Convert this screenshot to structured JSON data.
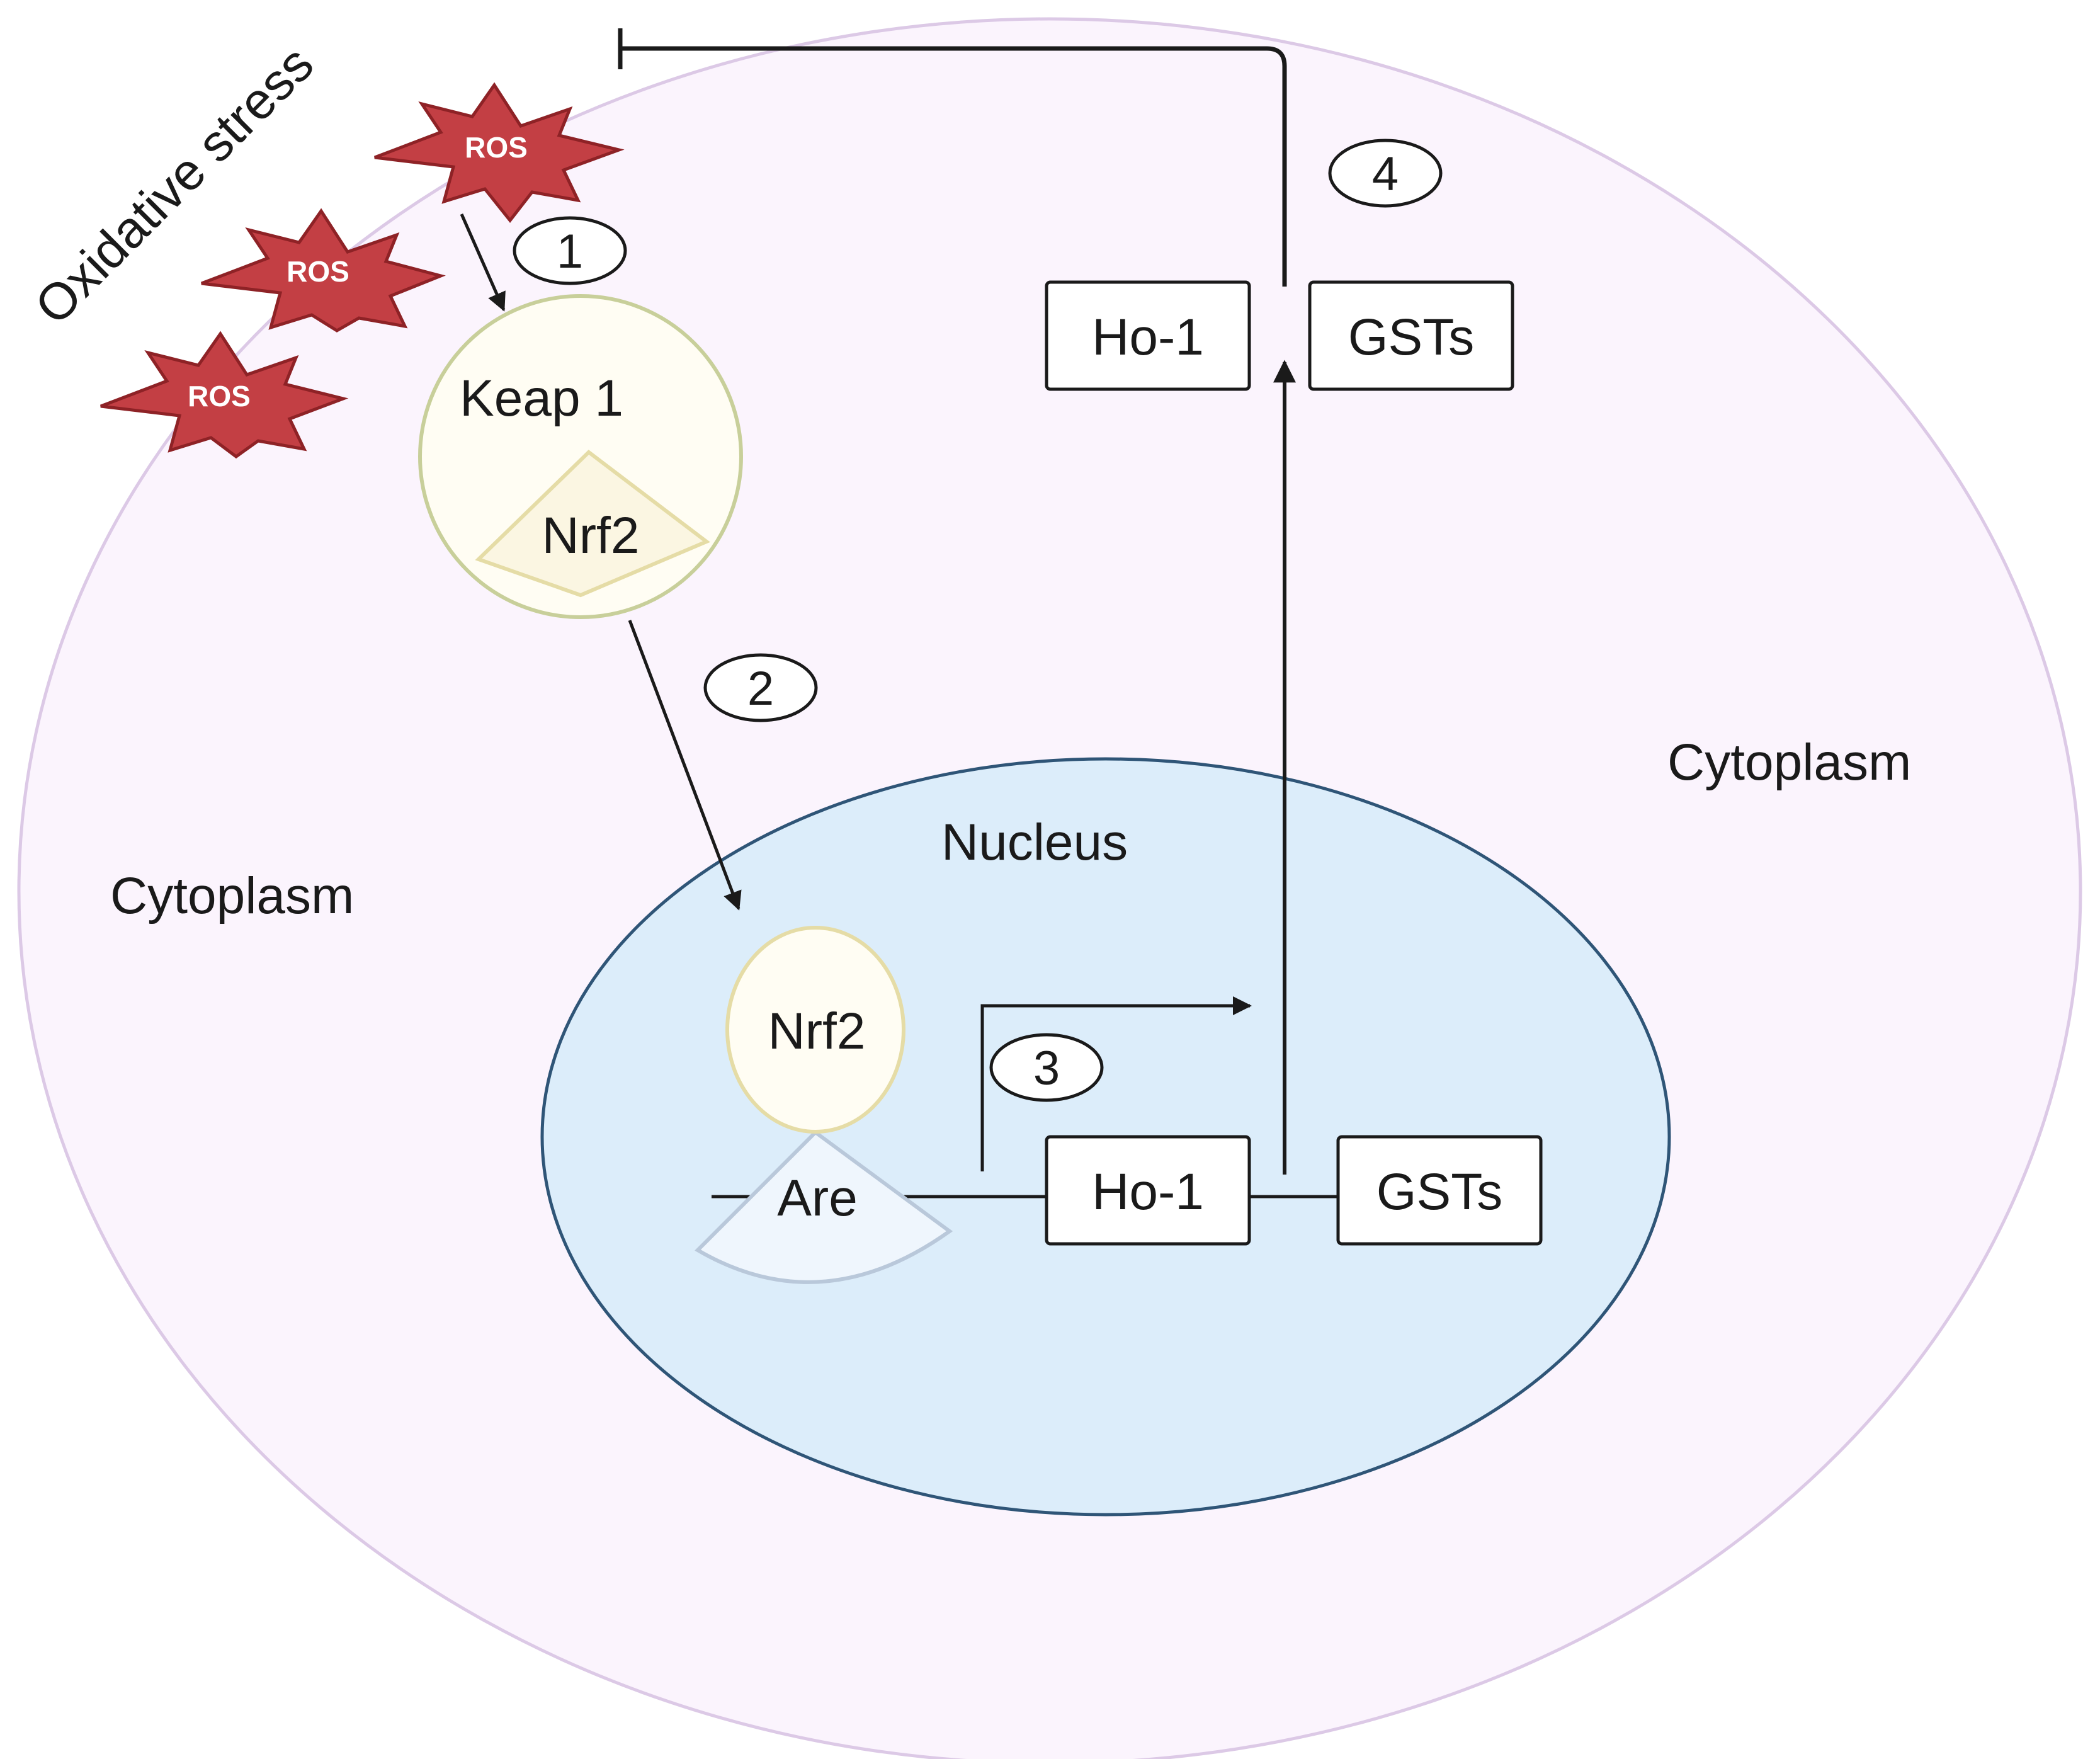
{
  "stress_label": "Oxidative stress",
  "ros_label": "ROS",
  "keap1": {
    "label": "Keap 1",
    "nrf2_label": "Nrf2"
  },
  "nucleus": {
    "label": "Nucleus",
    "nrf2_label": "Nrf2",
    "are_label": "Are",
    "genes": [
      "Ho-1",
      "GSTs"
    ]
  },
  "cytoplasm": {
    "left_label": "Cytoplasm",
    "right_label": "Cytoplasm"
  },
  "products": [
    "Ho-1",
    "GSTs"
  ],
  "steps": [
    "1",
    "2",
    "3",
    "4"
  ],
  "colors": {
    "cell_fill": "#fbf4fd",
    "cell_stroke": "#dcc9e6",
    "nucleus_fill": "#dcedfa",
    "nucleus_stroke": "#2f5577",
    "keap_fill": "#fffdf3",
    "keap_stroke": "#c8cf9a",
    "nrf2_tri_fill": "#fbf6e2",
    "nrf2_tri_stroke": "#e5dca6",
    "are_fill": "#eff6fd",
    "are_stroke": "#b9c8da",
    "ros_fill": "#c33f44",
    "ros_stroke": "#8e2226"
  }
}
